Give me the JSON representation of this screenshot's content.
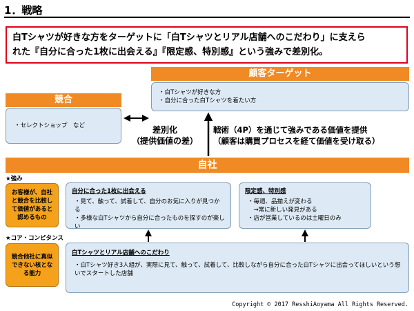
{
  "title": "1．戦略",
  "message": {
    "line1": "白Tシャツが好きな方をターゲットに「白Tシャツとリアル店舗へのこだわり」に支えら",
    "line2": "れた『自分に合った1枚に出会える』『限定感、特別感』という強みで差別化。"
  },
  "target": {
    "header": "顧客ターゲット",
    "items": [
      "・白Tシャツが好きな方",
      "・自分に合った白Tシャツを着たい方"
    ]
  },
  "competitor": {
    "header": "競合",
    "item": "・セレクトショップ　など"
  },
  "differentiation": {
    "line1": "差別化",
    "line2": "（提供価値の差）"
  },
  "tactics": {
    "line1": "戦術（4P）を通じて強みである価値を提供",
    "line2": "（顧客は購買プロセスを経て価値を受け取る）"
  },
  "company": {
    "header": "自社"
  },
  "strengths": {
    "label": "★強み",
    "tag": "お客様が、自社と競合を比較して価値があると認めるもの",
    "panel1": {
      "title": "自分に合った1枚に出会える",
      "bullets": [
        "・見て、触って、試着して、自分のお気に入りが見つかる",
        "・多様な白Tシャツから自分に合ったものを探すのが楽しい"
      ]
    },
    "panel2": {
      "title": "限定感、特別感",
      "bullets": [
        "・毎週、品揃えが変わる",
        "　→常に新しい発見がある",
        "・店が営業しているのは土曜日のみ"
      ]
    }
  },
  "core": {
    "label": "★コア・コンピタンス",
    "tag": "競合他社に真似できない核となる能力",
    "panel": {
      "title": "白Tシャツとリアル店舗へのこだわり",
      "bullets": [
        "・白Tシャツ好き3人組が、実際に見て、触って、試着して、比較しながら自分に合った白Tシャツに出会ってほしいという想いでスタートした店舗"
      ]
    }
  },
  "copyright": "Copyright © 2017 ResshiAoyama All Rights Reserved.",
  "colors": {
    "orange_header": "#f08a24",
    "panel_blue": "#dde9f4",
    "red_border": "#e0001a",
    "tag_orange": "#f4a21b"
  }
}
